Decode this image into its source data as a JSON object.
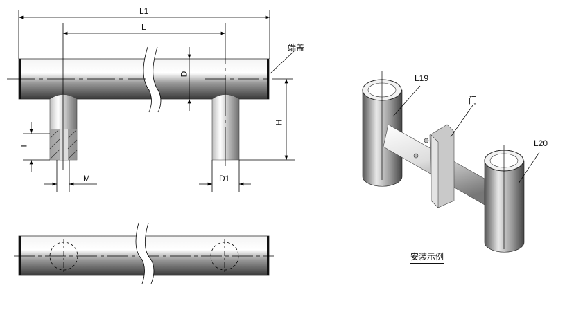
{
  "front_view": {
    "dimensions": {
      "L1": "L1",
      "L": "L",
      "D": "D",
      "H": "H",
      "T": "T",
      "M": "M",
      "D1": "D1"
    },
    "callout_end_cap": "端盖"
  },
  "install_example": {
    "title": "安装示例",
    "callouts": {
      "left_handle": "L19",
      "door": "门",
      "right_handle": "L20"
    }
  }
}
